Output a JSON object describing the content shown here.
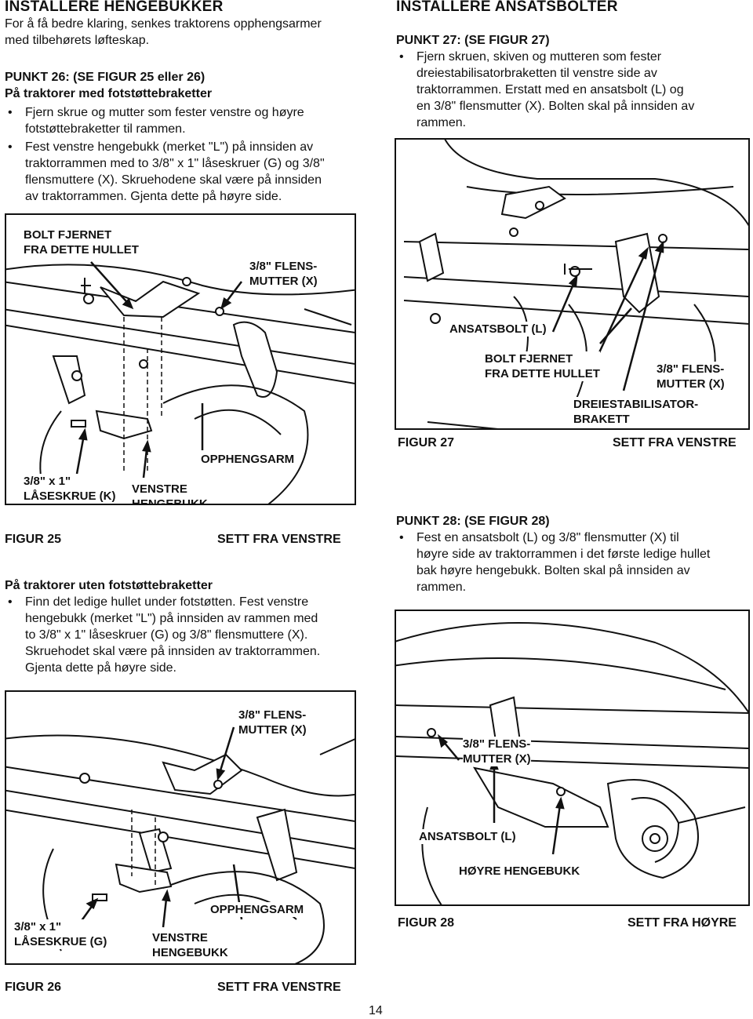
{
  "left": {
    "heading": "INSTALLERE HENGEBUKKER",
    "intro": [
      "For å få bedre klaring, senkes traktorens opphengsarmer",
      "med tilbehørets løfteskap."
    ],
    "punkt26_title": "PUNKT 26: (SE FIGUR 25 eller 26)",
    "punkt26_sub": "På traktorer med fotstøttebraketter",
    "punkt26_bullets": [
      [
        "Fjern skrue og mutter som fester venstre og høyre",
        "fotstøttebraketter til rammen."
      ],
      [
        "Fest venstre hengebukk (merket \"L\") på innsiden av",
        "traktorrammen med to 3/8\" x 1\" låseskruer (G) og 3/8\"",
        "flensmuttere (X). Skruehodene skal være på innsiden",
        "av traktorrammen. Gjenta dette på høyre side."
      ]
    ],
    "mid_sub": "På traktorer uten fotstøttebraketter",
    "mid_bullet": [
      "Finn det ledige hullet under fotstøtten. Fest venstre",
      "hengebukk (merket \"L\") på innsiden av rammen med",
      "to 3/8\" x 1\" låseskruer (G) og 3/8\" flensmuttere (X).",
      "Skruehodet skal være på innsiden av traktorrammen.",
      "Gjenta dette på høyre side."
    ]
  },
  "right": {
    "heading": "INSTALLERE ANSATSBOLTER",
    "punkt27_title": "PUNKT 27: (SE FIGUR 27)",
    "punkt27_bullet": [
      "Fjern skruen, skiven og mutteren som fester",
      "dreiestabilisatorbraketten til venstre side av",
      "traktorrammen. Erstatt med en ansatsbolt (L) og",
      "en 3/8\" flensmutter (X). Bolten skal på innsiden av",
      "rammen."
    ],
    "punkt28_title": "PUNKT 28: (SE FIGUR 28)",
    "punkt28_bullet": [
      "Fest en ansatsbolt (L) og 3/8\" flensmutter (X) til",
      "høyre side av traktorrammen i det første ledige hullet",
      "bak høyre hengebukk. Bolten skal på innsiden av",
      "rammen."
    ]
  },
  "fig25": {
    "label_bolt": [
      "BOLT FJERNET",
      "FRA DETTE HULLET"
    ],
    "label_nut": [
      "3/8\" FLENS-",
      "MUTTER (X)"
    ],
    "label_arm": "OPPHENGSARM",
    "label_screw": [
      "3/8\" x 1\"",
      "LÅSESKRUE (K)"
    ],
    "label_bracket": [
      "VENSTRE",
      "HENGEBUKK"
    ],
    "caption": "FIGUR 25",
    "view": "SETT FRA VENSTRE"
  },
  "fig26": {
    "label_nut": [
      "3/8\" FLENS-",
      "MUTTER (X)"
    ],
    "label_arm": "OPPHENGSARM",
    "label_screw": [
      "3/8\" x 1\"",
      "LÅSESKRUE (G)"
    ],
    "label_bracket": [
      "VENSTRE",
      "HENGEBUKK"
    ],
    "caption": "FIGUR 26",
    "view": "SETT FRA VENSTRE"
  },
  "fig27": {
    "label_shoulder": "ANSATSBOLT (L)",
    "label_bolt": [
      "BOLT FJERNET",
      "FRA DETTE HULLET"
    ],
    "label_nut": [
      "3/8\" FLENS-",
      "MUTTER (X)"
    ],
    "label_stab": [
      "DREIESTABILISATOR-",
      "BRAKETT"
    ],
    "caption": "FIGUR 27",
    "view": "SETT FRA VENSTRE"
  },
  "fig28": {
    "label_nut": [
      "3/8\" FLENS-",
      "MUTTER (X)"
    ],
    "label_shoulder": "ANSATSBOLT (L)",
    "label_bracket": "HØYRE HENGEBUKK",
    "caption": "FIGUR 28",
    "view": "SETT FRA HØYRE"
  },
  "page_number": "14"
}
